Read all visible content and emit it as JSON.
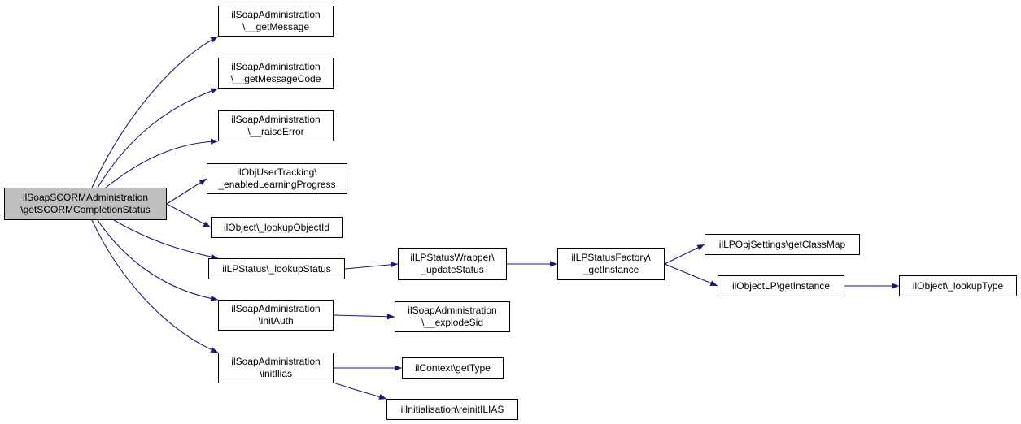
{
  "colors": {
    "edge": "#191970",
    "root_fill": "#bfbfbf",
    "node_fill": "#ffffff",
    "node_border": "#000000"
  },
  "nodes": [
    {
      "id": "root",
      "lines": [
        "ilSoapSCORMAdministration",
        "\\getSCORMCompletionStatus"
      ],
      "root": true
    },
    {
      "id": "n1",
      "lines": [
        "ilSoapAdministration",
        "\\__getMessage"
      ]
    },
    {
      "id": "n2",
      "lines": [
        "ilSoapAdministration",
        "\\__getMessageCode"
      ]
    },
    {
      "id": "n3",
      "lines": [
        "ilSoapAdministration",
        "\\__raiseError"
      ]
    },
    {
      "id": "n4",
      "lines": [
        "ilObjUserTracking\\",
        "_enabledLearningProgress"
      ]
    },
    {
      "id": "n5",
      "lines": [
        "ilObject\\_lookupObjectId"
      ]
    },
    {
      "id": "n6",
      "lines": [
        "ilLPStatus\\_lookupStatus"
      ]
    },
    {
      "id": "n7",
      "lines": [
        "ilSoapAdministration",
        "\\initAuth"
      ]
    },
    {
      "id": "n8",
      "lines": [
        "ilSoapAdministration",
        "\\initIlias"
      ]
    },
    {
      "id": "n9",
      "lines": [
        "ilLPStatusWrapper\\",
        "_updateStatus"
      ]
    },
    {
      "id": "n10",
      "lines": [
        "ilSoapAdministration",
        "\\__explodeSid"
      ]
    },
    {
      "id": "n11",
      "lines": [
        "ilContext\\getType"
      ]
    },
    {
      "id": "n12",
      "lines": [
        "ilInitialisation\\reinitILIAS"
      ]
    },
    {
      "id": "n13",
      "lines": [
        "ilLPStatusFactory\\",
        "_getInstance"
      ]
    },
    {
      "id": "n14",
      "lines": [
        "ilLPObjSettings\\getClassMap"
      ]
    },
    {
      "id": "n15",
      "lines": [
        "ilObjectLP\\getInstance"
      ]
    },
    {
      "id": "n16",
      "lines": [
        "ilObject\\_lookupType"
      ]
    }
  ],
  "edges": [
    [
      "root",
      "n1"
    ],
    [
      "root",
      "n2"
    ],
    [
      "root",
      "n3"
    ],
    [
      "root",
      "n4"
    ],
    [
      "root",
      "n5"
    ],
    [
      "root",
      "n6"
    ],
    [
      "root",
      "n7"
    ],
    [
      "root",
      "n8"
    ],
    [
      "n6",
      "n9"
    ],
    [
      "n7",
      "n10"
    ],
    [
      "n8",
      "n11"
    ],
    [
      "n8",
      "n12"
    ],
    [
      "n9",
      "n13"
    ],
    [
      "n13",
      "n14"
    ],
    [
      "n13",
      "n15"
    ],
    [
      "n15",
      "n16"
    ]
  ]
}
